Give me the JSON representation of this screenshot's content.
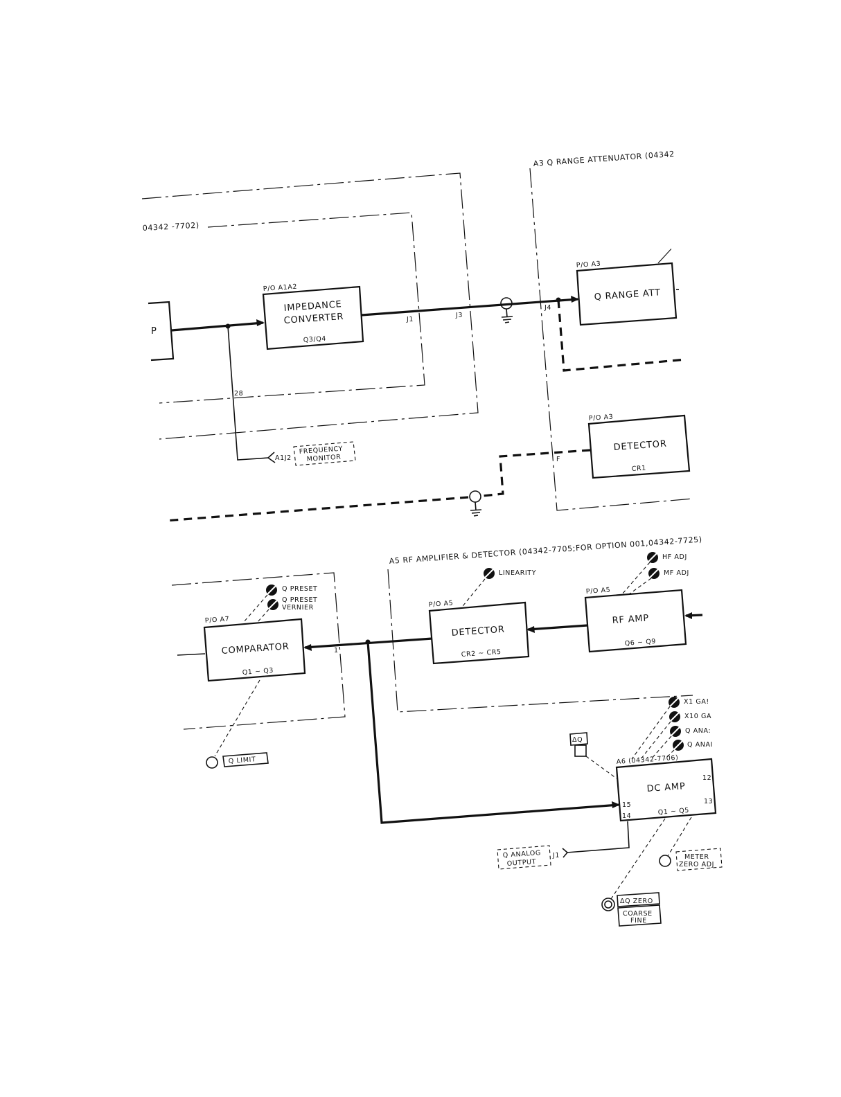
{
  "top_section": {
    "title_a3": "A3 Q RANGE ATTENUATOR (04342",
    "title_a1": "04342 -7702)",
    "left_box_label": "P",
    "impedance": {
      "ref": "P/O A1A2",
      "line1": "IMPEDANCE",
      "line2": "CONVERTER",
      "parts": "Q3/Q4"
    },
    "q_range": {
      "ref": "P/O A3",
      "title": "Q RANGE ATT"
    },
    "detector": {
      "ref": "P/O A3",
      "title": "DETECTOR",
      "parts": "CR1"
    },
    "pins": {
      "j1": "J1",
      "j3": "J3",
      "j4": "J4",
      "p28": "28",
      "f": "F",
      "a1j2": "A1J2"
    },
    "freq_monitor": {
      "line1": "FREQUENCY",
      "line2": "MONITOR"
    }
  },
  "bottom_section": {
    "title_a5": "A5 RF AMPLIFIER & DETECTOR (04342-7705;FOR OPTION 001,04342-7725)",
    "adj": {
      "hf": "HF ADJ",
      "mf": "MF ADJ",
      "linearity": "LINEARITY",
      "q_preset": "Q PRESET",
      "q_preset_vernier_1": "Q PRESET",
      "q_preset_vernier_2": "VERNIER"
    },
    "comparator": {
      "ref": "P/O A7",
      "title": "COMPARATOR",
      "parts": "Q1 ~ Q3",
      "pin": "1"
    },
    "detector": {
      "ref": "P/O A5",
      "title": "DETECTOR",
      "parts": "CR2 ~ CR5"
    },
    "rf_amp": {
      "ref": "P/O A5",
      "title": "RF AMP",
      "parts": "Q6 ~ Q9"
    },
    "dc_amp": {
      "ref": "A6 (04342-7706)",
      "title": "DC AMP",
      "parts": "Q1 ~ Q5",
      "pin12": "12",
      "pin13": "13",
      "pin14": "14",
      "pin15": "15"
    },
    "gain_adj": [
      "X1 GA!",
      "X10 GA",
      "Q ANA:",
      "Q ANAI"
    ],
    "delta_q": "ΔQ",
    "q_limit": "Q LIMIT",
    "q_analog_output": {
      "line1": "Q ANALOG",
      "line2": "OUTPUT",
      "pin": "J1"
    },
    "meter_zero_adj": {
      "line1": "METER",
      "line2": "ZERO ADJ"
    },
    "dq_zero": {
      "title": "ΔQ ZERO",
      "line1": "COARSE",
      "line2": "FINE"
    }
  }
}
